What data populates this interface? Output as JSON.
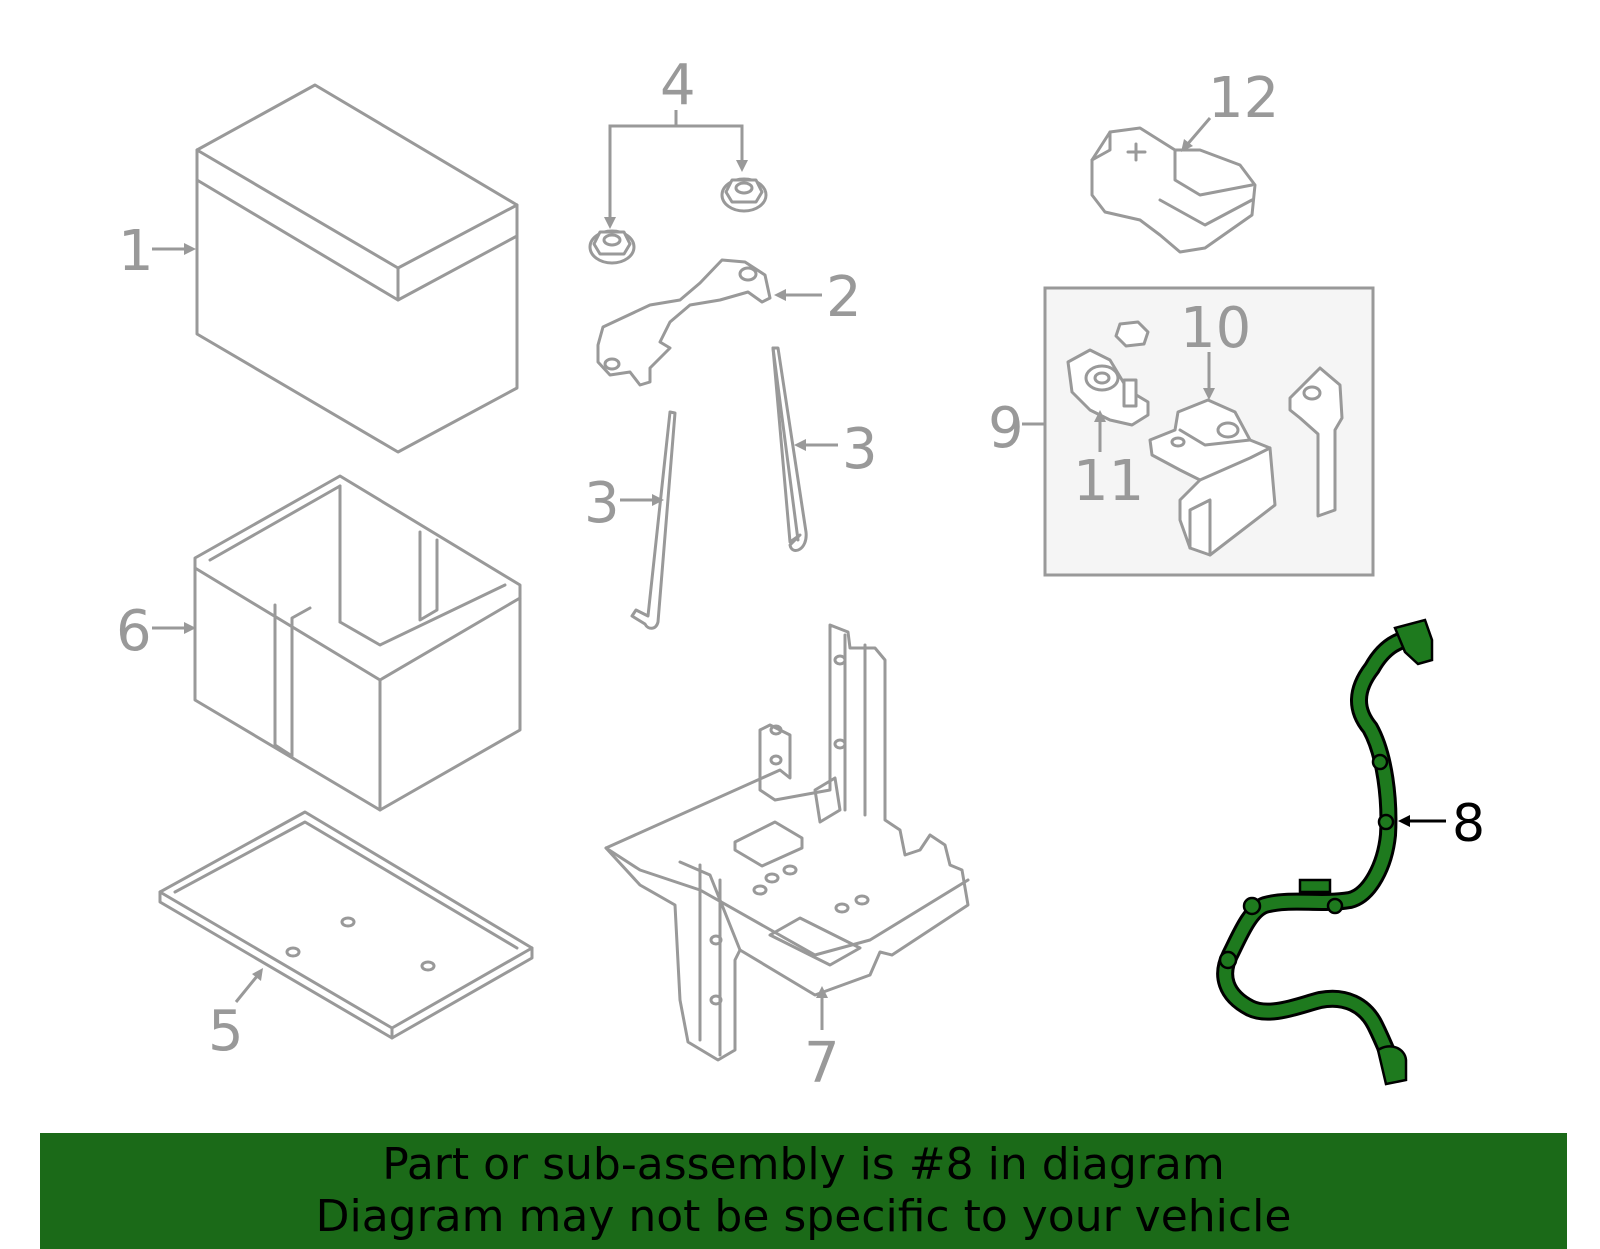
{
  "callouts": {
    "c1": "1",
    "c2": "2",
    "c3a": "3",
    "c3b": "3",
    "c4": "4",
    "c5": "5",
    "c6": "6",
    "c7": "7",
    "c8": "8",
    "c9": "9",
    "c10": "10",
    "c11": "11",
    "c12": "12"
  },
  "highlight": {
    "part_number": "8",
    "color": "#1e7a1e"
  },
  "banner": {
    "line1": "Part or sub-assembly is #8 in diagram",
    "line2": "Diagram may not be specific to your vehicle",
    "color": "#1b6a18"
  }
}
